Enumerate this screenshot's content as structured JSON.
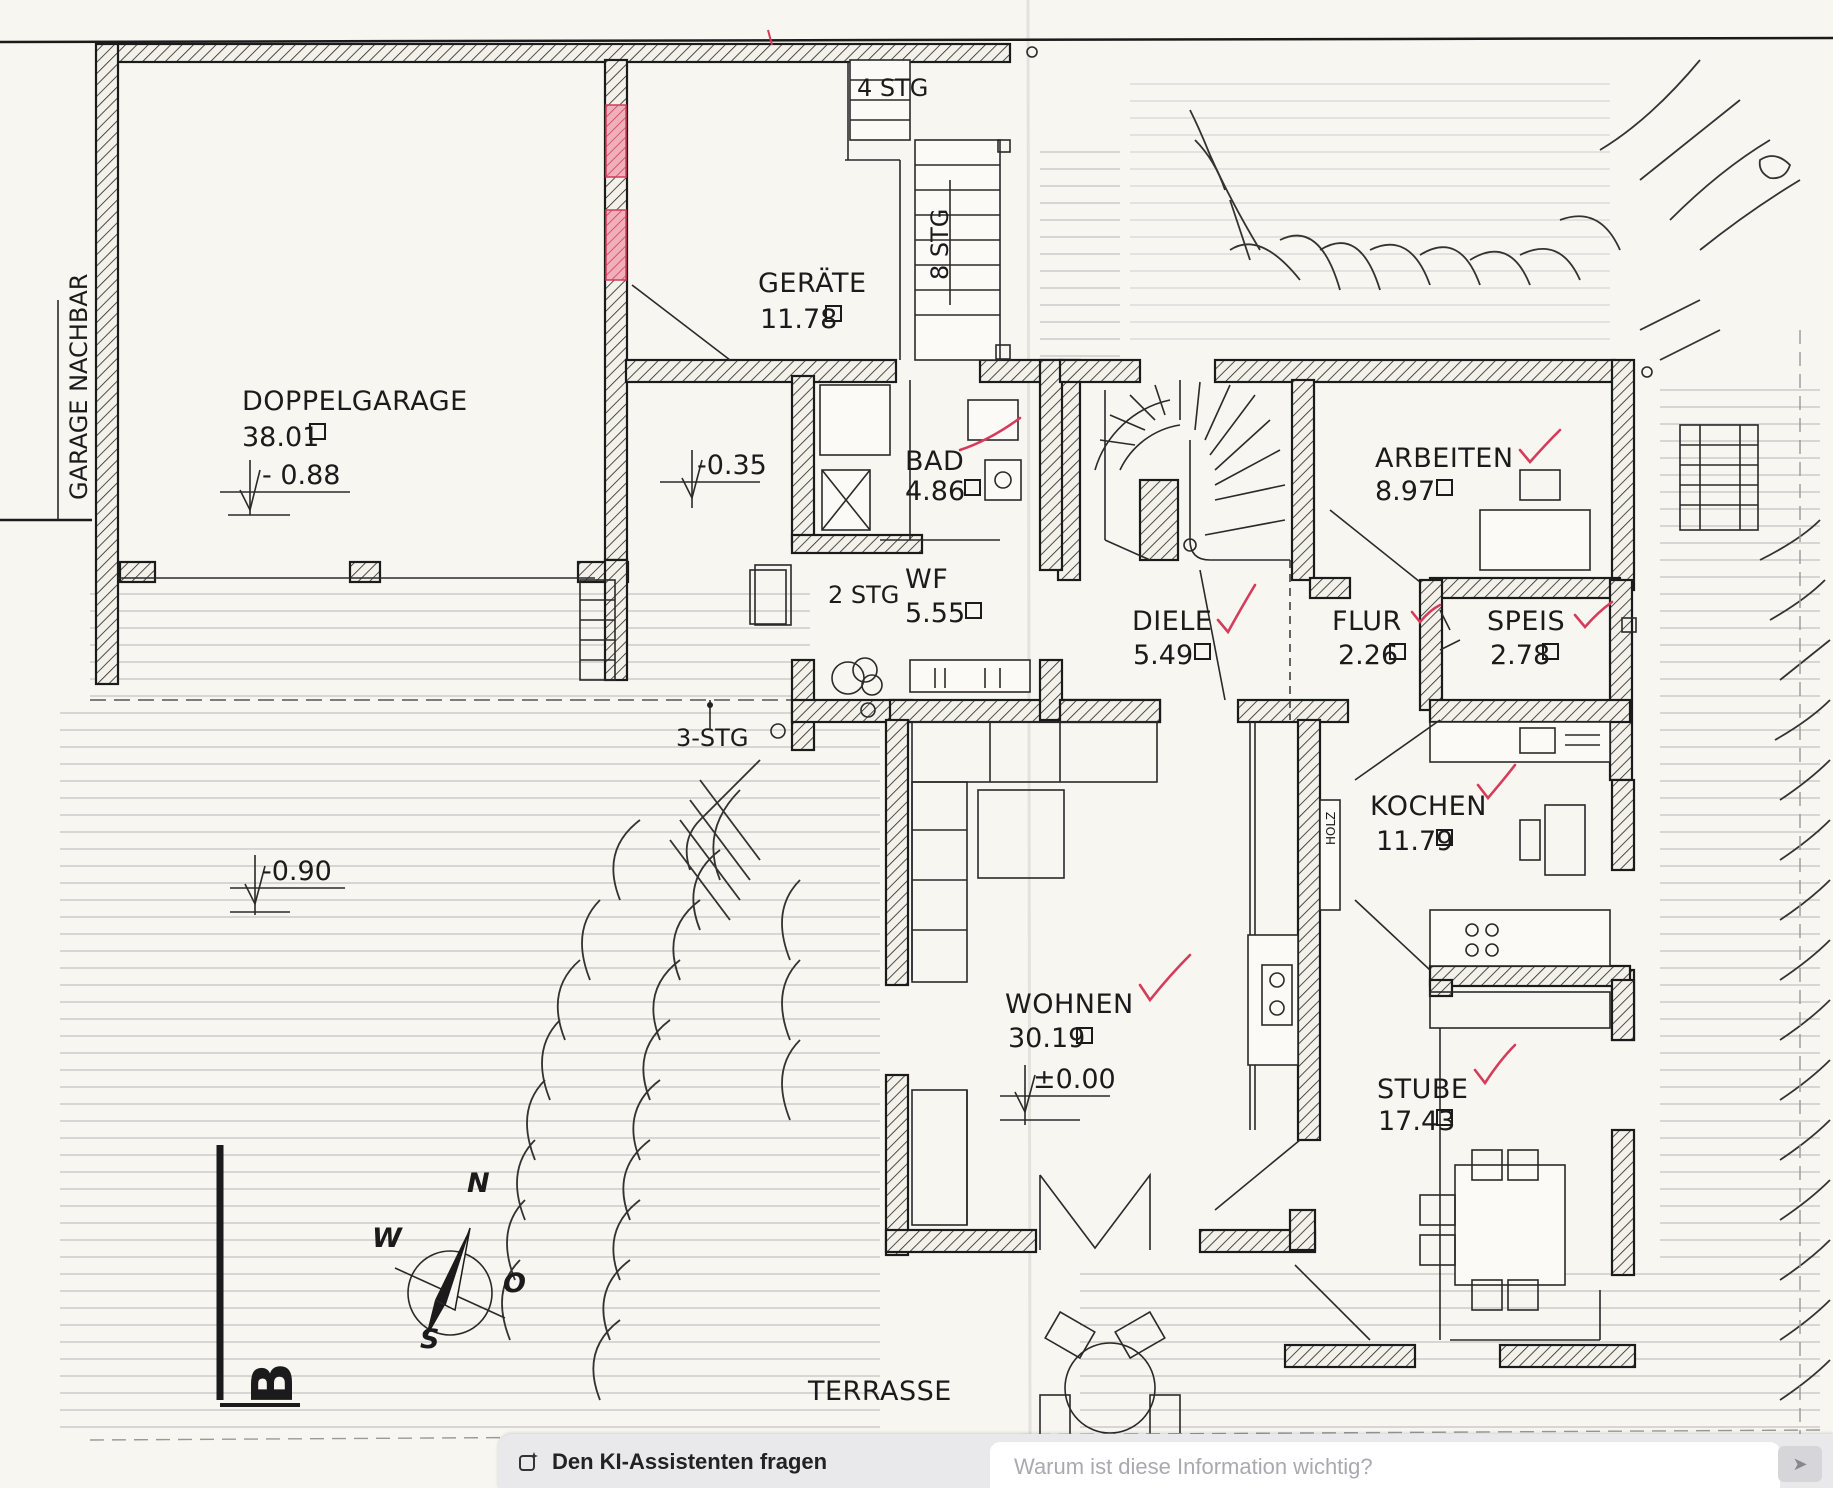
{
  "rooms": {
    "doppelgarage": {
      "name": "DOPPELGARAGE",
      "area": "38.01"
    },
    "geraete": {
      "name": "GERÄTE",
      "area": "11.78"
    },
    "bad": {
      "name": "BAD",
      "area": "4.86"
    },
    "wf": {
      "name": "WF",
      "area": "5.55"
    },
    "diele": {
      "name": "DIELE",
      "area": "5.49"
    },
    "arbeiten": {
      "name": "ARBEITEN",
      "area": "8.97"
    },
    "flur": {
      "name": "FLUR",
      "area": "2.26"
    },
    "speis": {
      "name": "SPEIS",
      "area": "2.78"
    },
    "kochen": {
      "name": "KOCHEN",
      "area": "11.79"
    },
    "wohnen": {
      "name": "WOHNEN",
      "area": "30.19"
    },
    "stube": {
      "name": "STUBE",
      "area": "17.43"
    }
  },
  "levels": {
    "garage": "- 0.88",
    "geraete": "-0.35",
    "yard": "-0.90",
    "wohnen": "±0.00"
  },
  "stairs": {
    "s4": "4 STG",
    "s8": "8 STG",
    "s2": "2 STG",
    "s3": "3-STG"
  },
  "labels": {
    "neighbor_garage": "GARAGE NACHBAR",
    "terrace": "TERRASSE",
    "section_marker": "B",
    "holz": "HOLZ"
  },
  "compass": {
    "n": "N",
    "s": "S",
    "w": "W",
    "o": "O"
  },
  "ai_bar": {
    "button_label": "Den KI-Assistenten fragen",
    "input_placeholder": "Warum ist diese Information wichtig?",
    "send_icon": "send-icon"
  },
  "colors": {
    "paper": "#f7f6f1",
    "ink": "#1b1b1b",
    "check_marks": "#d63b5a",
    "marked_wall": "#e06a7a"
  }
}
